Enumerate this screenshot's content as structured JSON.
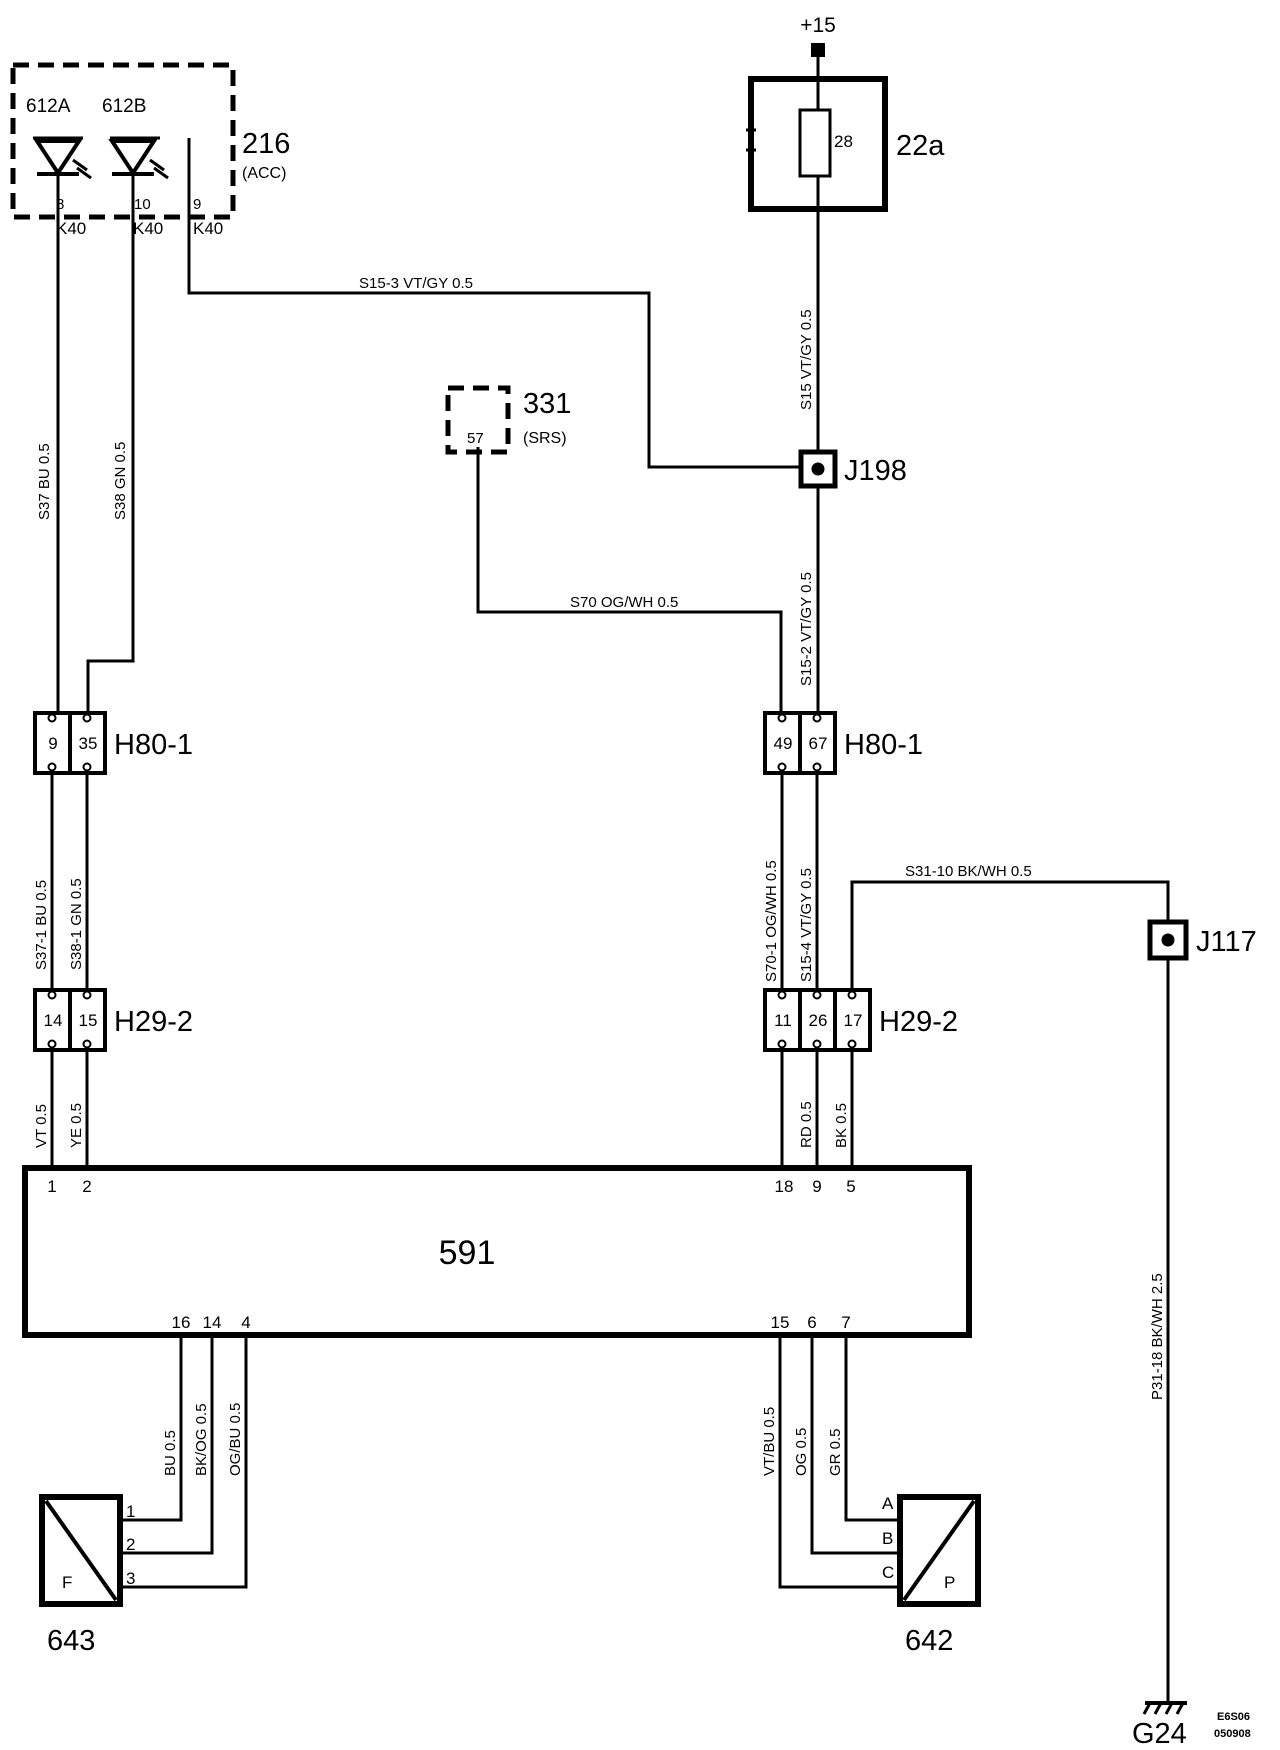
{
  "supply": {
    "label": "+15"
  },
  "fuse_block": {
    "id": "22a",
    "fuse": "28"
  },
  "acc_module": {
    "id": "216",
    "subtitle": "(ACC)",
    "leds": [
      "612A",
      "612B"
    ],
    "pins": [
      "8",
      "10",
      "9"
    ],
    "connector": "K40"
  },
  "srs_module": {
    "id": "331",
    "subtitle": "(SRS)",
    "pin": "57"
  },
  "splices": {
    "j198": "J198",
    "j117": "J117"
  },
  "connectors": {
    "h80_left": {
      "id": "H80-1",
      "pins": [
        "9",
        "35"
      ]
    },
    "h80_right": {
      "id": "H80-1",
      "pins": [
        "49",
        "67"
      ]
    },
    "h29_left": {
      "id": "H29-2",
      "pins": [
        "14",
        "15"
      ]
    },
    "h29_right": {
      "id": "H29-2",
      "pins": [
        "11",
        "26",
        "17"
      ]
    }
  },
  "control_unit": {
    "id": "591",
    "top_pins": [
      "1",
      "2",
      "18",
      "9",
      "5"
    ],
    "bottom_pins": [
      "16",
      "14",
      "4",
      "15",
      "6",
      "7"
    ]
  },
  "sensors": {
    "front": {
      "id": "643",
      "letter": "F",
      "pins": [
        "1",
        "2",
        "3"
      ]
    },
    "rear": {
      "id": "642",
      "letter": "P",
      "pins": [
        "A",
        "B",
        "C"
      ]
    }
  },
  "ground": {
    "id": "G24"
  },
  "wires": {
    "s15_3": "S15-3  VT/GY  0.5",
    "s15": "S15  VT/GY  0.5",
    "s15_2": "S15-2  VT/GY  0.5",
    "s70": "S70  OG/WH  0.5",
    "s37": "S37  BU  0.5",
    "s38": "S38  GN  0.5",
    "s37_1": "S37-1  BU  0.5",
    "s38_1": "S38-1  GN  0.5",
    "s70_1": "S70-1  OG/WH  0.5",
    "s15_4": "S15-4  VT/GY  0.5",
    "s31_10": "S31-10        BK/WH   0.5",
    "vt": "VT  0.5",
    "ye": "YE  0.5",
    "rd": "RD  0.5",
    "bk": "BK  0.5",
    "bu": "BU  0.5",
    "bkog": "BK/OG  0.5",
    "ogbu": "OG/BU  0.5",
    "vtbu": "VT/BU  0.5",
    "og": "OG  0.5",
    "gr": "GR  0.5",
    "p31_18": "P31-18      BK/WH     2.5"
  },
  "diagram_code": [
    "E6S06",
    "050908"
  ]
}
